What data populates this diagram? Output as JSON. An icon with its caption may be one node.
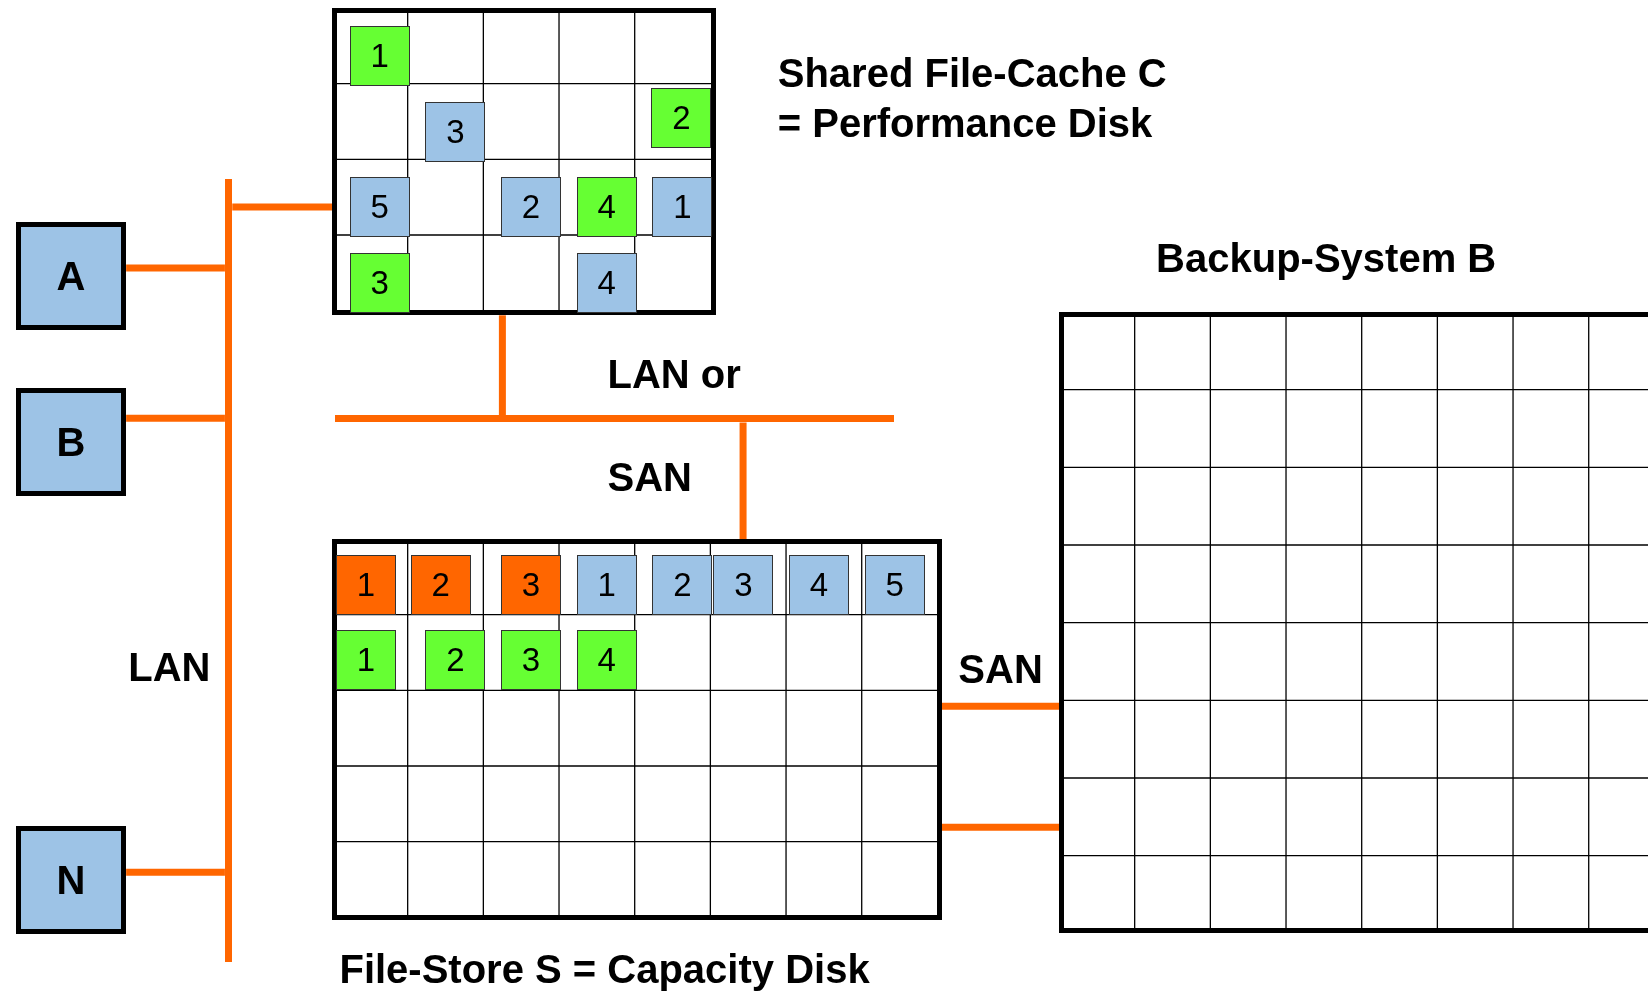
{
  "diagram": {
    "nodes": [
      {
        "text": [
          "A"
        ]
      },
      {
        "text": [
          "B"
        ]
      },
      {
        "text": [
          "N"
        ]
      },
      {
        "text": [],
        "shape": "bar",
        "beside": [
          "LAN"
        ]
      },
      {
        "text": [
          "Shared File-Cache C = Performance Disk"
        ]
      },
      {
        "text": [
          "1"
        ],
        "in": 4
      },
      {
        "text": [
          "3"
        ],
        "in": 4
      },
      {
        "text": [
          "2"
        ],
        "in": 4
      },
      {
        "text": [
          "5"
        ],
        "in": 4
      },
      {
        "text": [
          "2"
        ],
        "in": 4
      },
      {
        "text": [
          "4"
        ],
        "in": 4
      },
      {
        "text": [
          "1"
        ],
        "in": 4
      },
      {
        "text": [
          "3"
        ],
        "in": 4
      },
      {
        "text": [
          "4"
        ],
        "in": 4
      },
      {
        "text": [],
        "shape": "bar",
        "beside": [
          "LAN or",
          "SAN"
        ]
      },
      {
        "text": [
          "File-Store S = Capacity Disk"
        ]
      },
      {
        "text": [
          "1"
        ],
        "in": 15
      },
      {
        "text": [
          "2"
        ],
        "in": 15
      },
      {
        "text": [
          "3"
        ],
        "in": 15
      },
      {
        "text": [
          "1"
        ],
        "in": 15
      },
      {
        "text": [
          "2"
        ],
        "in": 15
      },
      {
        "text": [
          "3"
        ],
        "in": 15
      },
      {
        "text": [
          "4"
        ],
        "in": 15
      },
      {
        "text": [
          "5"
        ],
        "in": 15
      },
      {
        "text": [
          "1"
        ],
        "in": 15
      },
      {
        "text": [
          "2"
        ],
        "in": 15
      },
      {
        "text": [
          "3"
        ],
        "in": 15
      },
      {
        "text": [
          "4"
        ],
        "in": 15
      },
      {
        "text": [
          "Backup-System B"
        ]
      }
    ],
    "edges": [
      {
        "from": 0,
        "to": 3,
        "arrow": "none"
      },
      {
        "from": 1,
        "to": 3,
        "arrow": "none"
      },
      {
        "from": 2,
        "to": 3,
        "arrow": "none"
      },
      {
        "from": 3,
        "to": 4,
        "arrow": "none"
      },
      {
        "from": 4,
        "to": 14,
        "arrow": "none"
      },
      {
        "from": 14,
        "to": 15,
        "arrow": "none"
      },
      {
        "from": 15,
        "to": 28,
        "arrow": "none",
        "label": "SAN"
      },
      {
        "from": 15,
        "to": 28,
        "arrow": "none"
      }
    ]
  }
}
